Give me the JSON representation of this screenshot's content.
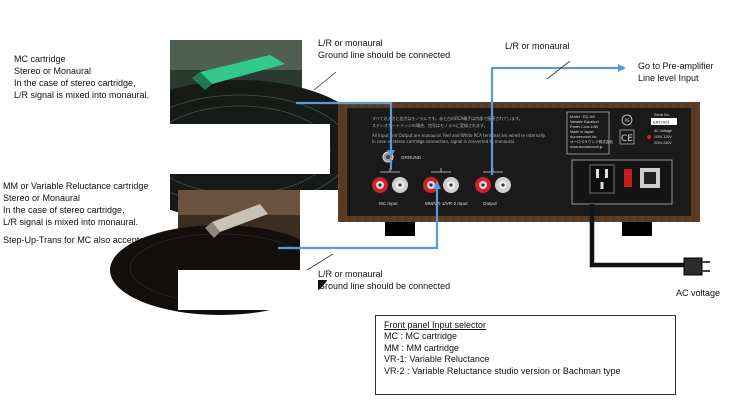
{
  "mc_description": {
    "line1": "MC cartridge",
    "line2": "Stereo or Monaural",
    "line3": "In the case of stereo cartridge,",
    "line4": "L/R signal is mixed into monaural."
  },
  "mm_description": {
    "line1": "MM or Variable Reluctance cartridge",
    "line2": "Stereo or Monaural",
    "line3": "In the case of stereo cartridge,",
    "line4": "L/R signal is mixed into monaural.",
    "line5": "Step-Up-Trans for MC also accepted."
  },
  "top_callout": {
    "line1": "L/R  or monaural",
    "line2": "Ground line should be connected"
  },
  "bottom_callout": {
    "line1": "L/R  or monaural",
    "line2": "Ground line should be connected"
  },
  "output_callout": "L/R or monaural",
  "preamp_callout": {
    "line1": "Go to Pre-amplifier",
    "line2": "Line level Input"
  },
  "ac_label": "AC voltage",
  "panel": {
    "jp_text_1": "すべての入力と出力はモノラルです。赤と白のRCA端子は内部で接続されています。",
    "jp_text_2": "ステレオカートリッジの場合、信号はモノラルに変換されます。",
    "en_text_1": "All Input and Output are monaural. Red and White RCA terminal are wired re internally.",
    "en_text_2": "In case of stereo cartridge connection, signal is converted to monaural.",
    "ground_label": "GROUND",
    "mc_input_label": "MC Input",
    "mm_input_label": "MM/VR-1/VR-2 Input",
    "output_label": "Output",
    "model_box": [
      "Model : EQ-100",
      "Variable Equalizer",
      "Power Cons.10W",
      "Made in Japan",
      "Auroresound Inc.",
      "オーロラサウンド株式会社",
      "www.aurorasound.jp"
    ],
    "serial_title": "Serial No.",
    "serial_value": "ER21001",
    "ac_voltage_title": "AC Voltage",
    "ac_voltage_1": "100V-120V",
    "ac_voltage_2": "220V-240V"
  },
  "legend": {
    "title": "Front panel Input selector",
    "rows": [
      "MC :   MC cartridge",
      "MM :  MM cartridge",
      "VR-1:  Variable Reluctance",
      "VR-2 : Variable Reluctance studio version or Bachman type"
    ]
  },
  "colors": {
    "wire": "#5b9bd5",
    "panel_black": "#1a1a1a",
    "wood": "#5a3b26",
    "rca_red": "#d4202a",
    "rca_white": "#cfcfcf"
  }
}
